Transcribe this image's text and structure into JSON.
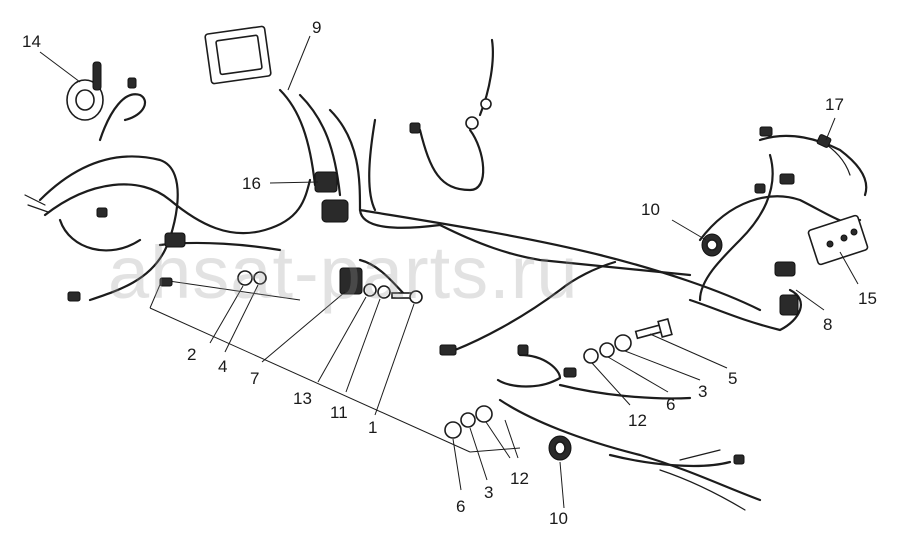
{
  "watermark": "ahsat-parts.ru",
  "callouts": {
    "c1": "1",
    "c2": "2",
    "c3a": "3",
    "c3b": "3",
    "c4": "4",
    "c5": "5",
    "c6a": "6",
    "c6b": "6",
    "c7": "7",
    "c8": "8",
    "c9": "9",
    "c10a": "10",
    "c10b": "10",
    "c11": "11",
    "c12a": "12",
    "c12b": "12",
    "c13": "13",
    "c14": "14",
    "c15": "15",
    "c16": "16",
    "c17": "17"
  }
}
